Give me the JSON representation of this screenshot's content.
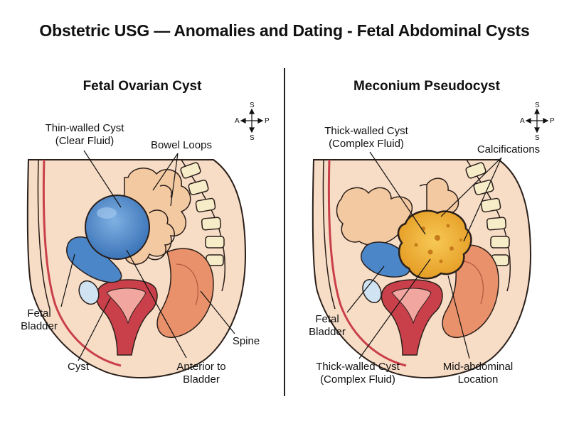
{
  "title": "Obstetric USG — Anomalies and Dating - Fetal Abdominal Cysts",
  "compass": {
    "superior": "S",
    "inferior": "S",
    "anterior": "A",
    "posterior": "P"
  },
  "colors": {
    "skin": "#f7dcc6",
    "skin_dark": "#efc6a8",
    "bowel": "#f3c9a2",
    "cyst_blue": "#4a86c8",
    "bladder_light": "#cfe3f3",
    "uterus_red": "#c9404a",
    "muscle": "#e9916a",
    "spine": "#f6ecc8",
    "meconium": "#f2b43c",
    "outline": "#2a1f1a"
  },
  "left_panel": {
    "title": "Fetal Ovarian Cyst",
    "labels": {
      "thin_cyst_line1": "Thin-walled Cyst",
      "thin_cyst_line2": "(Clear Fluid)",
      "bowel_loops": "Bowel Loops",
      "fetal_bladder_line1": "Fetal",
      "fetal_bladder_line2": "Bladder",
      "spine": "Spine",
      "cyst": "Cyst",
      "anterior_line1": "Anterior to",
      "anterior_line2": "Bladder"
    }
  },
  "right_panel": {
    "title": "Meconium Pseudocyst",
    "labels": {
      "thick_cyst_line1": "Thick-walled Cyst",
      "thick_cyst_line2": "(Complex Fluid)",
      "calcifications": "Calcifications",
      "fetal_bladder_line1": "Fetal",
      "fetal_bladder_line2": "Bladder",
      "thick_cyst_bottom_line1": "Thick-walled Cyst",
      "thick_cyst_bottom_line2": "(Complex Fluid)",
      "mid_line1": "Mid-abdominal",
      "mid_line2": "Location"
    }
  }
}
